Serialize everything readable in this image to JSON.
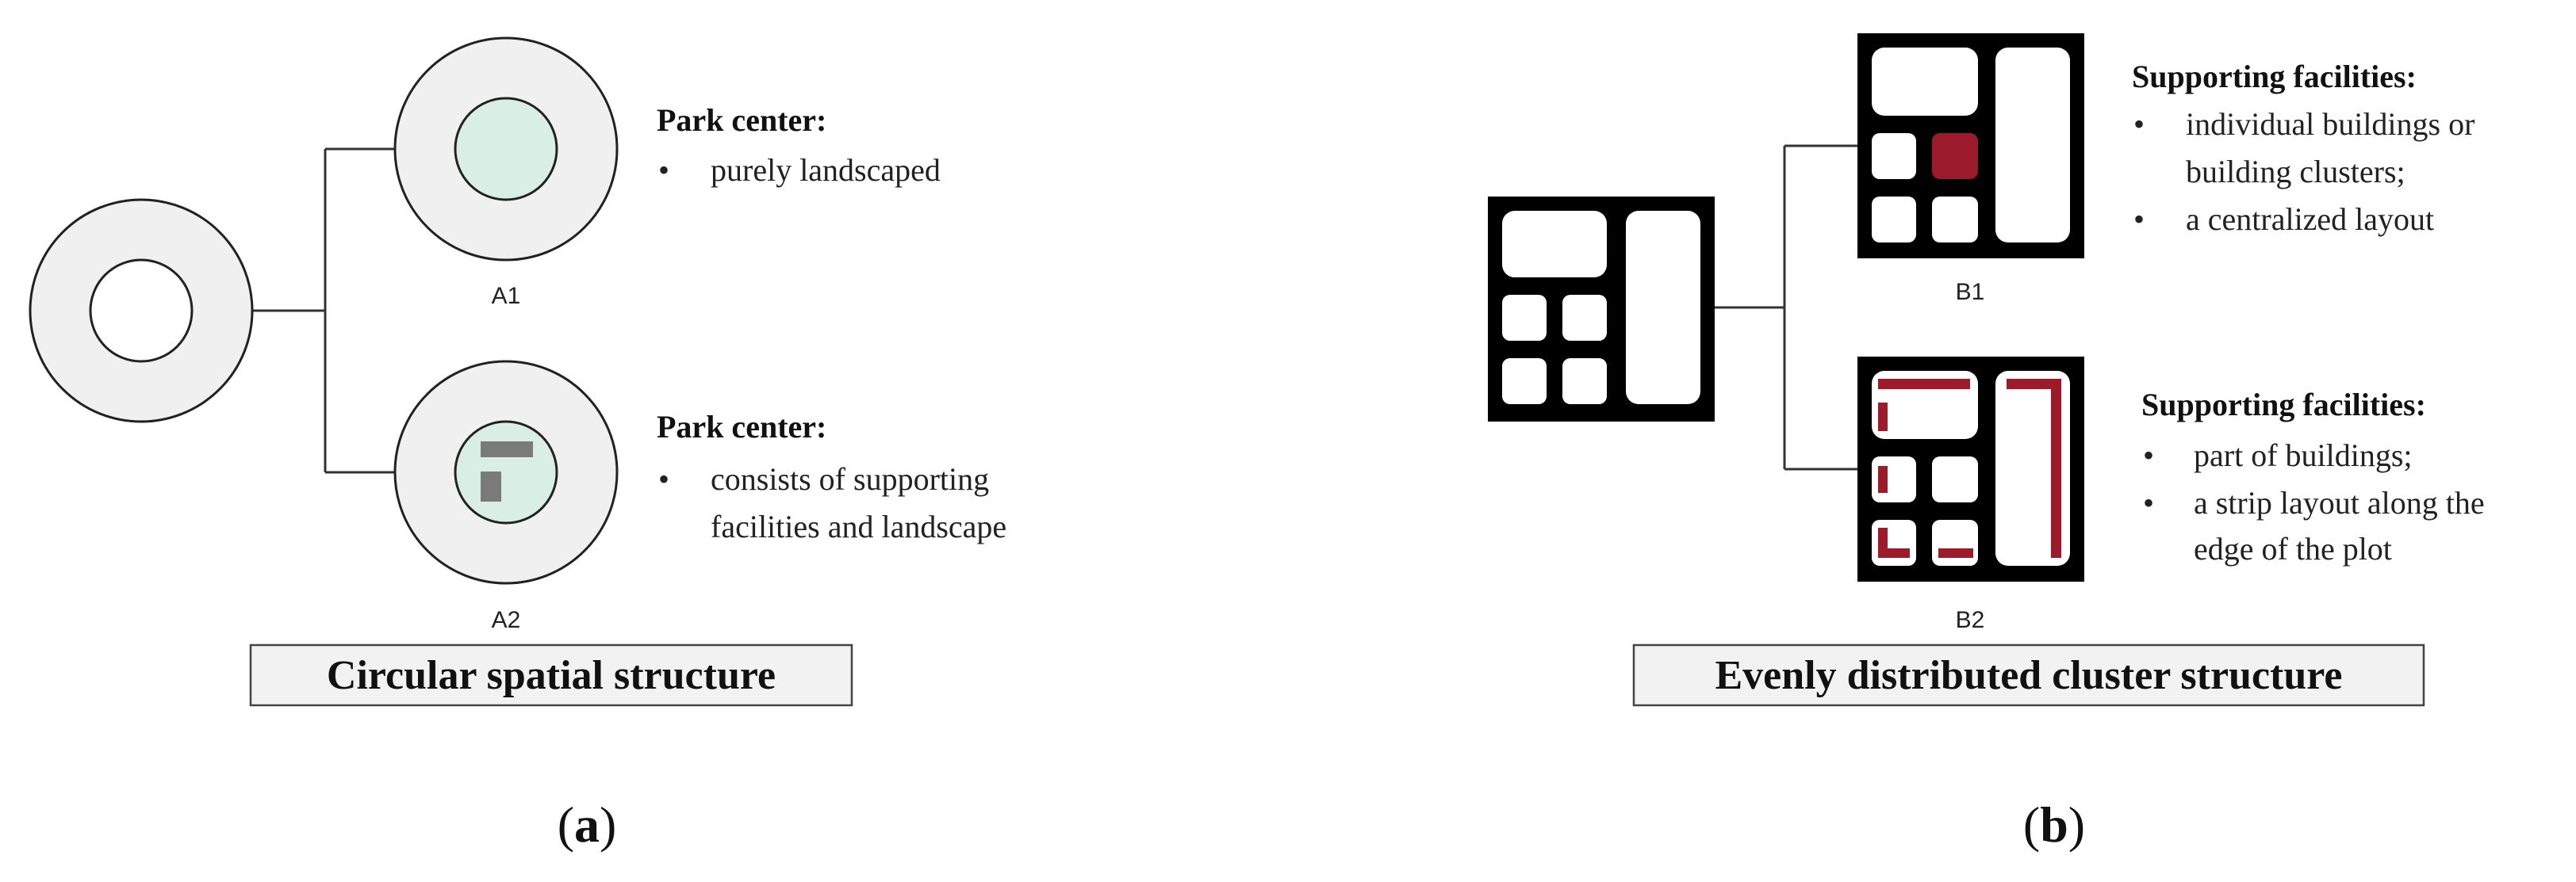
{
  "panel_a": {
    "label_open": "(",
    "label_letter": "a",
    "label_close": ")",
    "title": "Circular spatial structure",
    "nodes": [
      {
        "id": "A1",
        "label": "A1",
        "heading": "Park center:",
        "bullets": [
          [
            "purely landscaped"
          ]
        ]
      },
      {
        "id": "A2",
        "label": "A2",
        "heading": "Park center:",
        "bullets": [
          [
            "consists of supporting",
            "facilities and landscape"
          ]
        ]
      }
    ]
  },
  "panel_b": {
    "label_open": "(",
    "label_letter": "b",
    "label_close": ")",
    "title": "Evenly distributed cluster structure",
    "nodes": [
      {
        "id": "B1",
        "label": "B1",
        "heading": "Supporting facilities:",
        "bullets": [
          [
            "individual buildings or",
            "building clusters;"
          ],
          [
            "a centralized layout"
          ]
        ]
      },
      {
        "id": "B2",
        "label": "B2",
        "heading": "Supporting facilities:",
        "bullets": [
          [
            "part of buildings;"
          ],
          [
            "a strip layout along the",
            "edge of the plot"
          ]
        ]
      }
    ]
  },
  "bullet_char": "•",
  "colors": {
    "ring_fill": "#f0f0f0",
    "center_fill": "#d9efe6",
    "facility_gray": "#7a7a7a",
    "block_black": "#000000",
    "facility_red": "#9b1b2a",
    "title_box_fill": "#f2f2f2",
    "line": "#333333"
  }
}
